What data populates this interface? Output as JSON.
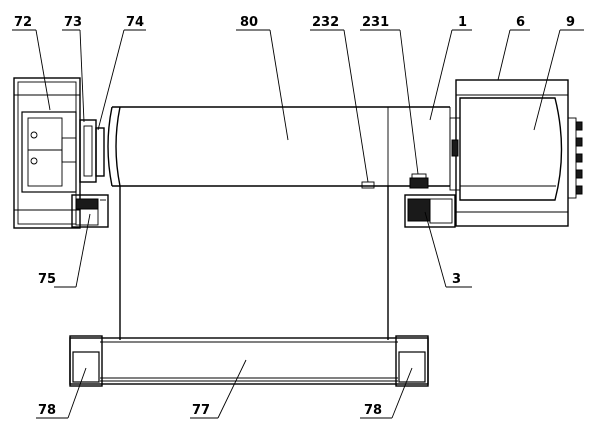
{
  "labels": {
    "l72": "72",
    "l73": "73",
    "l74": "74",
    "l80": "80",
    "l232": "232",
    "l231": "231",
    "l1": "1",
    "l6": "6",
    "l9": "9",
    "l75": "75",
    "l3": "3",
    "l78_left": "78",
    "l77": "77",
    "l78_right": "78"
  }
}
